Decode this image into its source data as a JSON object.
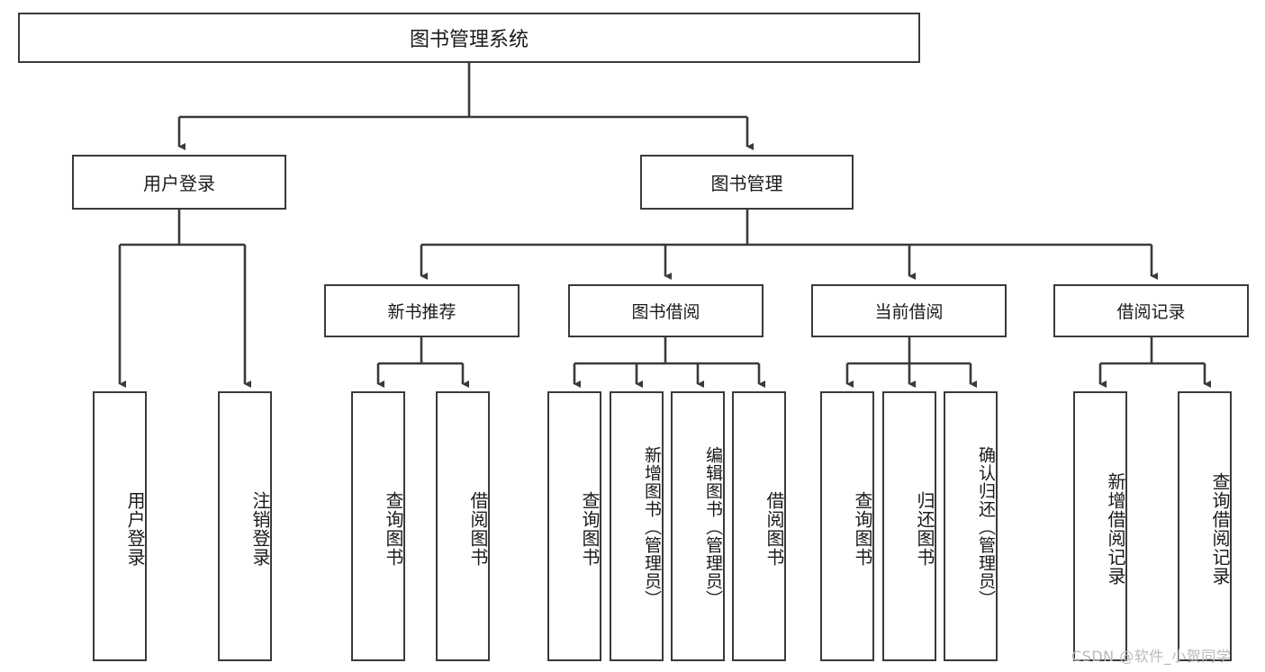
{
  "diagram": {
    "title": "图书管理系统",
    "type": "tree-hierarchy",
    "stroke_color": "#3a3a3a",
    "background_color": "#ffffff",
    "root": {
      "label": "图书管理系统"
    },
    "level1": [
      {
        "label": "用户登录"
      },
      {
        "label": "图书管理"
      }
    ],
    "level2": [
      {
        "label": "新书推荐"
      },
      {
        "label": "图书借阅"
      },
      {
        "label": "当前借阅"
      },
      {
        "label": "借阅记录"
      }
    ],
    "leaves": {
      "user_login": [
        {
          "label": "用户登录"
        },
        {
          "label": "注销登录"
        }
      ],
      "new_book_recommend": [
        {
          "label": "查询图书"
        },
        {
          "label": "借阅图书"
        }
      ],
      "book_borrow": [
        {
          "label": "查询图书"
        },
        {
          "label": "新增图书（管理员）"
        },
        {
          "label": "编辑图书（管理员）"
        },
        {
          "label": "借阅图书"
        }
      ],
      "current_borrow": [
        {
          "label": "查询图书"
        },
        {
          "label": "归还图书"
        },
        {
          "label": "确认归还（管理员）"
        }
      ],
      "borrow_record": [
        {
          "label": "新增借阅记录"
        },
        {
          "label": "查询借阅记录"
        }
      ]
    }
  },
  "watermark": {
    "text": "CSDN @软件_小贺同学"
  }
}
